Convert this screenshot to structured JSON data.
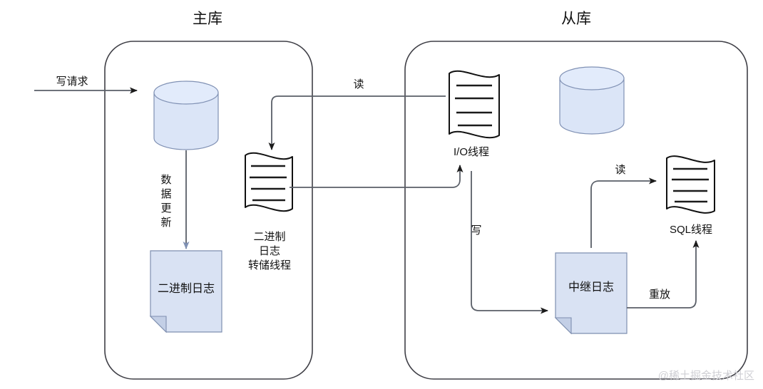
{
  "diagram": {
    "title_master": "主库",
    "title_slave": "从库",
    "watermark": "@稀土掘金技术社区"
  },
  "master": {
    "label": "主库",
    "database_node": "",
    "binlog_doc": "二进制日志",
    "dump_thread_lines": [
      "二进制",
      "日志",
      "转储线程"
    ],
    "edge_write_request": "写请求",
    "edge_data_update": [
      "数",
      "据",
      "更",
      "新"
    ]
  },
  "slave": {
    "label": "从库",
    "io_thread": "I/O线程",
    "sql_thread": "SQL线程",
    "relay_log": "中继日志",
    "database_node": "",
    "edge_read_top": "读",
    "edge_write": "写",
    "edge_read_sql": "读",
    "edge_replay": "重放"
  },
  "colors": {
    "fill_blue": "#d9e2f3",
    "fill_blue_light": "#e2ebfb",
    "stroke_blue": "#8091b4",
    "stroke_gray": "#5a5f68",
    "stroke_dark": "#1b1b1b",
    "watermark": "#cfcfd4"
  }
}
